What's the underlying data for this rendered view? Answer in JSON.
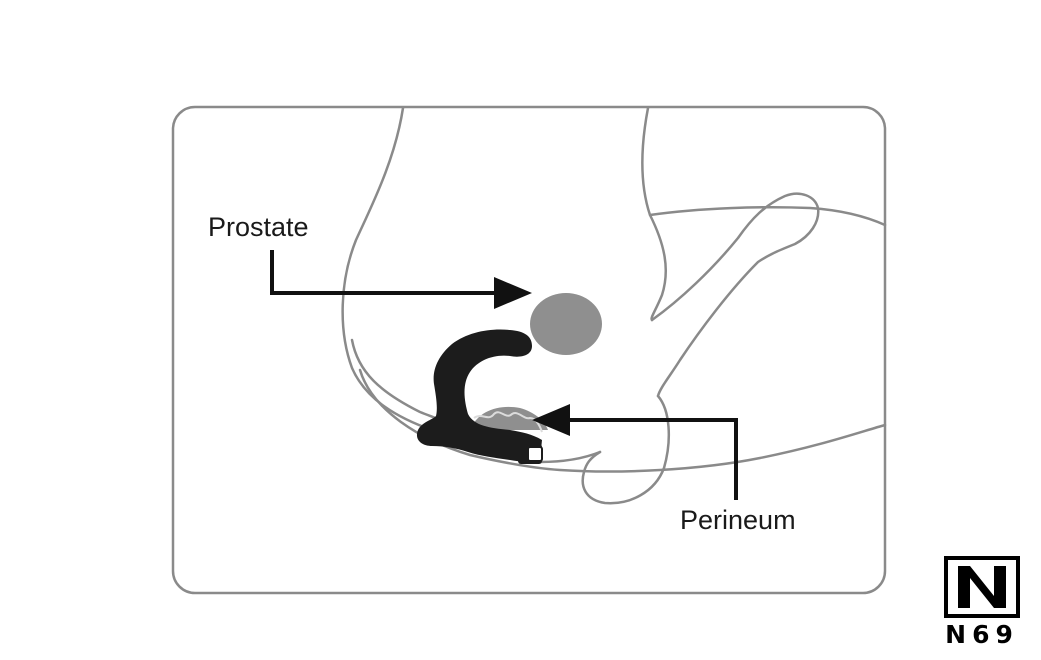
{
  "labels": {
    "prostate": "Prostate",
    "perineum": "Perineum"
  },
  "logo": {
    "mark": "N",
    "text": "N69"
  },
  "colors": {
    "outline": "#8a8a8a",
    "organ": "#8f8f8f",
    "device": "#1c1c1c",
    "arrow": "#111111",
    "text": "#1a1a1a"
  }
}
